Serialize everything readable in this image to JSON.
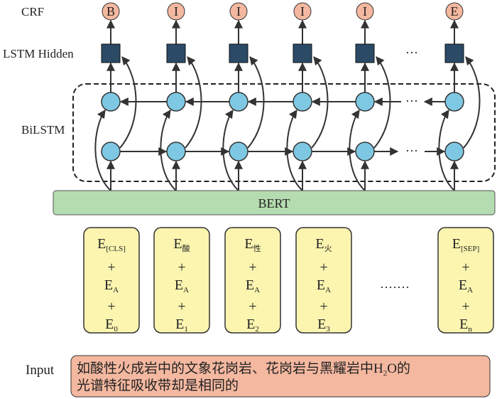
{
  "labels": {
    "crf": "CRF",
    "lstm_hidden": "LSTM Hidden",
    "bilstm": "BiLSTM",
    "bert": "BERT",
    "input": "Input",
    "ellipsis_top": "···",
    "ellipsis_mid": "···",
    "ellipsis_embed": "·······"
  },
  "crf_tags": [
    "B",
    "I",
    "I",
    "I",
    "I",
    "E"
  ],
  "embeddings": [
    {
      "token": "E",
      "token_sub": "[CLS]",
      "plus": "+",
      "segment": "E",
      "segment_sub": "A",
      "position": "E",
      "position_sub": "0"
    },
    {
      "token": "E",
      "token_sub": "酸",
      "plus": "+",
      "segment": "E",
      "segment_sub": "A",
      "position": "E",
      "position_sub": "1"
    },
    {
      "token": "E",
      "token_sub": "性",
      "plus": "+",
      "segment": "E",
      "segment_sub": "A",
      "position": "E",
      "position_sub": "2"
    },
    {
      "token": "E",
      "token_sub": "火",
      "plus": "+",
      "segment": "E",
      "segment_sub": "A",
      "position": "E",
      "position_sub": "3"
    },
    {
      "token": "E",
      "token_sub": "[SEP]",
      "plus": "+",
      "segment": "E",
      "segment_sub": "A",
      "position": "E",
      "position_sub": "n"
    }
  ],
  "input_text": {
    "line1_a": "如酸性火成岩中的文象花岗岩、花岗岩与黑耀岩中H",
    "line1_sub": "2",
    "line1_b": "O的",
    "line2": "光谱特征吸收带却是相同的"
  },
  "colors": {
    "crf": "#f4b8a0",
    "hidden": "#2b4a66",
    "lstm": "#7ec8e3",
    "bert": "#b5dcb0",
    "embed": "#fbf5b0",
    "input": "#f4b8a0"
  }
}
